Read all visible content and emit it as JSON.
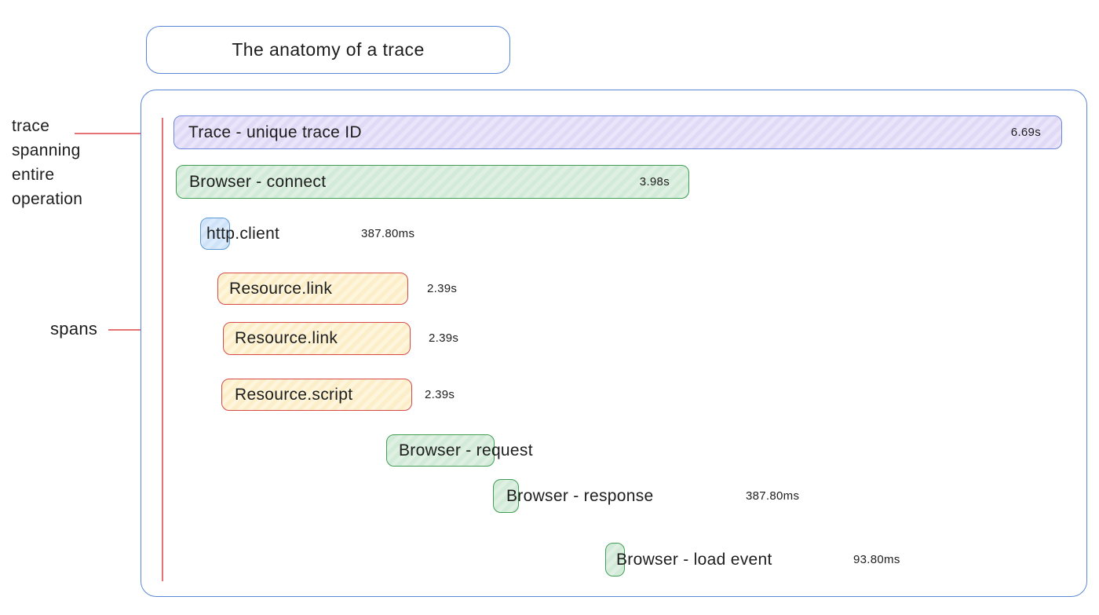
{
  "title": "The anatomy of a trace",
  "annotations": {
    "trace": "trace spanning entire operation",
    "spans": "spans"
  },
  "spans": [
    {
      "name": "Trace - unique trace ID",
      "duration": "6.69s",
      "kind": "trace"
    },
    {
      "name": "Browser - connect",
      "duration": "3.98s",
      "kind": "browser"
    },
    {
      "name": "http.client",
      "duration": "387.80ms",
      "kind": "http"
    },
    {
      "name": "Resource.link",
      "duration": "2.39s",
      "kind": "resource"
    },
    {
      "name": "Resource.link",
      "duration": "2.39s",
      "kind": "resource"
    },
    {
      "name": "Resource.script",
      "duration": "2.39s",
      "kind": "resource"
    },
    {
      "name": "Browser - request",
      "duration": "",
      "kind": "browser"
    },
    {
      "name": "Browser - response",
      "duration": "387.80ms",
      "kind": "browser"
    },
    {
      "name": "Browser - load event",
      "duration": "93.80ms",
      "kind": "browser"
    }
  ],
  "colors": {
    "outline_blue": "#5b87d7",
    "trace_fill": "#e7e1f8",
    "trace_border": "#6f87dd",
    "browser_fill": "#d9eedd",
    "browser_border": "#3f9e54",
    "http_fill": "#d7e8fa",
    "http_border": "#5b9bd5",
    "resource_fill": "#fdf3d8",
    "resource_border": "#d64949",
    "annotation_red": "#e57373",
    "text": "#1d1d1d"
  }
}
